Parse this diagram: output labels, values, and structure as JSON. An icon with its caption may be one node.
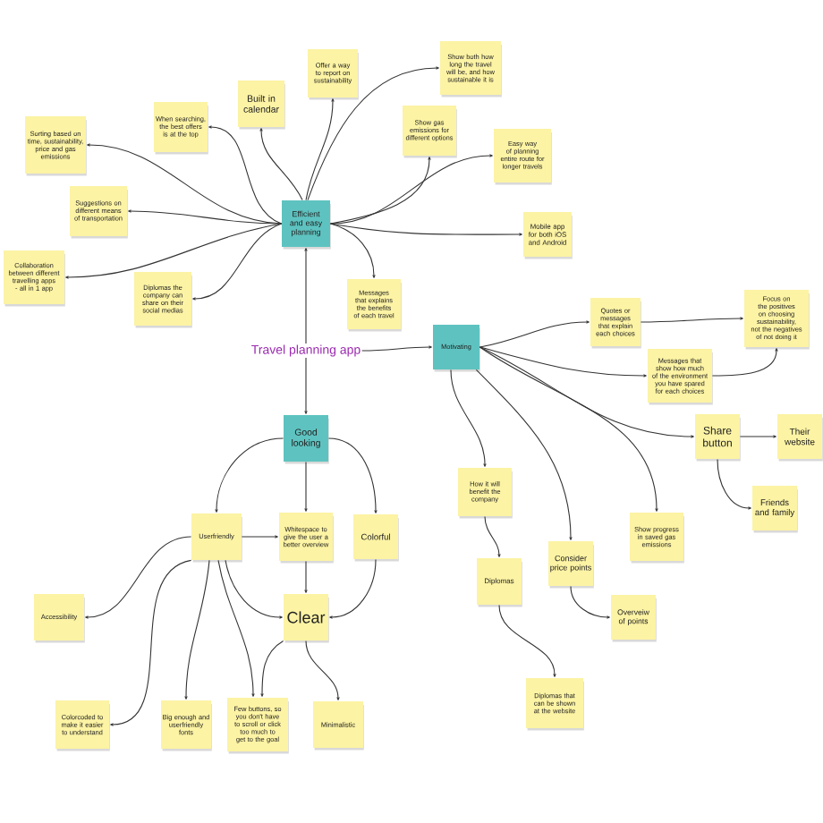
{
  "diagram": {
    "nodes": [
      {
        "text": [
          "Travel planning app"
        ]
      },
      {
        "text": [
          "Efficient and easy planning"
        ]
      },
      {
        "text": [
          "Built in calendar"
        ]
      },
      {
        "text": [
          "Offer a way to report on sustainability"
        ]
      },
      {
        "text": [
          "Show both how long the travel will be, and how sustainable it is"
        ]
      },
      {
        "text": [
          "Show gas emissions for different options"
        ]
      },
      {
        "text": [
          "Easy way of planning entire route for longer travels"
        ]
      },
      {
        "text": [
          "Sorting based on time, sustainability, price and gas emissions"
        ]
      },
      {
        "text": [
          "When searching, the best offers is at the top"
        ]
      },
      {
        "text": [
          "Suggestions on different means of transportation"
        ]
      },
      {
        "text": [
          "Mobile app for both iOS and Android"
        ]
      },
      {
        "text": [
          "Collaboration between different travelling apps - all in 1 app"
        ]
      },
      {
        "text": [
          "Diplomas the company can share on their social medias"
        ]
      },
      {
        "text": [
          "Messages that explains the benefits of each travel"
        ]
      },
      {
        "text": [
          "Motivating"
        ]
      },
      {
        "text": [
          "Quotes or messages that explain each choices"
        ]
      },
      {
        "text": [
          "Focus on the positives on choosing sustainability, not the negatives of not doing it"
        ]
      },
      {
        "text": [
          "Messages that show how much of the environment you have spared for each choices"
        ]
      },
      {
        "text": [
          "Share button"
        ]
      },
      {
        "text": [
          "Their website"
        ]
      },
      {
        "text": [
          "Friends and family"
        ]
      },
      {
        "text": [
          "How it will benefit the company"
        ]
      },
      {
        "text": [
          "Show progress in saved gas emissions"
        ]
      },
      {
        "text": [
          "Consider price points"
        ]
      },
      {
        "text": [
          "Diplomas"
        ]
      },
      {
        "text": [
          "Overveiw of points"
        ]
      },
      {
        "text": [
          "Diplomas that can be shown at the website"
        ]
      },
      {
        "text": [
          "Good looking"
        ]
      },
      {
        "text": [
          "Userfriendly"
        ]
      },
      {
        "text": [
          "Whitespace to give the user a better overview"
        ]
      },
      {
        "text": [
          "Colorful"
        ]
      },
      {
        "text": [
          "Accessibility"
        ]
      },
      {
        "text": [
          "Clear"
        ]
      },
      {
        "text": [
          "Colorcoded to make it easier to understand"
        ]
      },
      {
        "text": [
          "Big enough and userfriendly fonts"
        ]
      },
      {
        "text": [
          "Few buttons, so you don't have to scroll or click too much to get to the goal"
        ]
      },
      {
        "text": [
          "Minimalistic"
        ]
      }
    ],
    "edges": [
      {
        "from": 0,
        "to": 1,
        "arrow": "to"
      },
      {
        "from": 0,
        "to": 27,
        "arrow": "to"
      },
      {
        "from": 0,
        "to": 14,
        "arrow": "to"
      },
      {
        "from": 1,
        "to": 2,
        "arrow": "to"
      },
      {
        "from": 1,
        "to": 3,
        "arrow": "to"
      },
      {
        "from": 1,
        "to": 4,
        "arrow": "to"
      },
      {
        "from": 1,
        "to": 5,
        "arrow": "to"
      },
      {
        "from": 1,
        "to": 6,
        "arrow": "to"
      },
      {
        "from": 1,
        "to": 7,
        "arrow": "to"
      },
      {
        "from": 1,
        "to": 8,
        "arrow": "to"
      },
      {
        "from": 1,
        "to": 9,
        "arrow": "to"
      },
      {
        "from": 1,
        "to": 10,
        "arrow": "to"
      },
      {
        "from": 1,
        "to": 11,
        "arrow": "to"
      },
      {
        "from": 1,
        "to": 12,
        "arrow": "to"
      },
      {
        "from": 1,
        "to": 13,
        "arrow": "to"
      },
      {
        "from": 14,
        "to": 15,
        "arrow": "to"
      },
      {
        "from": 15,
        "to": 16,
        "arrow": "to"
      },
      {
        "from": 14,
        "to": 17,
        "arrow": "to"
      },
      {
        "from": 17,
        "to": 16,
        "arrow": "to"
      },
      {
        "from": 14,
        "to": 18,
        "arrow": "to"
      },
      {
        "from": 18,
        "to": 19,
        "arrow": "to"
      },
      {
        "from": 18,
        "to": 20,
        "arrow": "to"
      },
      {
        "from": 14,
        "to": 21,
        "arrow": "to"
      },
      {
        "from": 14,
        "to": 22,
        "arrow": "to"
      },
      {
        "from": 14,
        "to": 23,
        "arrow": "to"
      },
      {
        "from": 23,
        "to": 25,
        "arrow": "to"
      },
      {
        "from": 21,
        "to": 24,
        "arrow": "to"
      },
      {
        "from": 24,
        "to": 26,
        "arrow": "to"
      },
      {
        "from": 27,
        "to": 28,
        "arrow": "to"
      },
      {
        "from": 27,
        "to": 29,
        "arrow": "to"
      },
      {
        "from": 27,
        "to": 30,
        "arrow": "to"
      },
      {
        "from": 28,
        "to": 29,
        "arrow": "to"
      },
      {
        "from": 29,
        "to": 32,
        "arrow": "to"
      },
      {
        "from": 30,
        "to": 32,
        "arrow": "to"
      },
      {
        "from": 28,
        "to": 32,
        "arrow": "to"
      },
      {
        "from": 28,
        "to": 31,
        "arrow": "to"
      },
      {
        "from": 28,
        "to": 33,
        "arrow": "to"
      },
      {
        "from": 28,
        "to": 34,
        "arrow": "to"
      },
      {
        "from": 28,
        "to": 35,
        "arrow": "to"
      },
      {
        "from": 32,
        "to": 35,
        "arrow": "to"
      },
      {
        "from": 32,
        "to": 36,
        "arrow": "to"
      }
    ]
  }
}
